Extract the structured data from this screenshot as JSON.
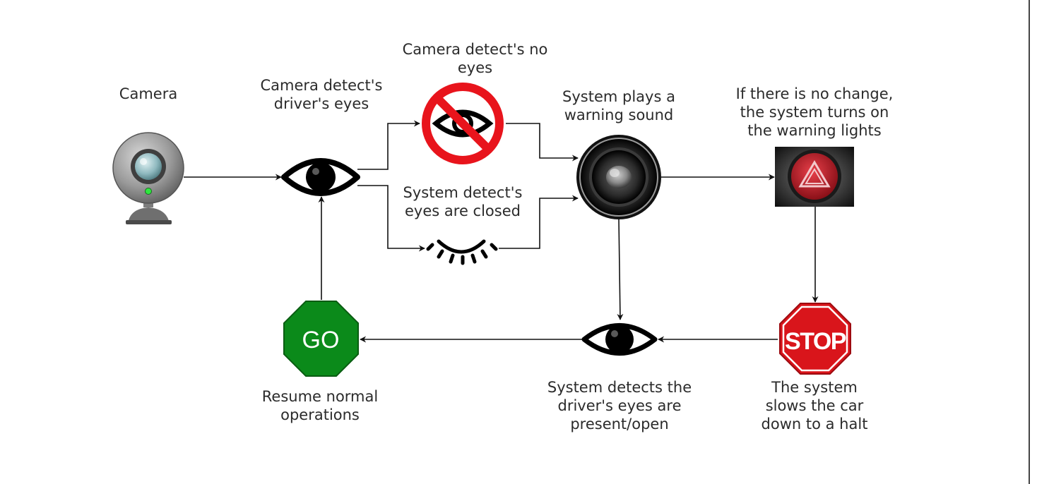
{
  "nodes": {
    "camera": {
      "label": "Camera",
      "icon": "webcam-icon"
    },
    "eyes_detected": {
      "label": "Camera detect's\ndriver's eyes",
      "icon": "open-eye-icon"
    },
    "no_eyes": {
      "label": "Camera detect's no\neyes",
      "icon": "no-eye-icon"
    },
    "eyes_closed": {
      "label": "System detect's\neyes are closed",
      "icon": "closed-eye-icon"
    },
    "warning_sound": {
      "label": "System plays a\nwarning sound",
      "icon": "speaker-icon"
    },
    "warning_lights": {
      "label": "If there is no change,\nthe system turns on\nthe warning lights",
      "icon": "hazard-button-icon"
    },
    "stop": {
      "label": "The system\nslows the car\ndown to a halt",
      "icon": "stop-sign-icon",
      "sign_text": "STOP"
    },
    "eyes_open": {
      "label": "System detects the\ndriver's eyes are\npresent/open",
      "icon": "open-eye-icon"
    },
    "go": {
      "label": "Resume normal\noperations",
      "icon": "go-sign-icon",
      "sign_text": "GO"
    }
  },
  "colors": {
    "stop_red": "#d9151b",
    "go_green": "#0b8a1a",
    "prohibit_red": "#e8141c",
    "hazard_red": "#c0202a",
    "line": "#111111"
  }
}
